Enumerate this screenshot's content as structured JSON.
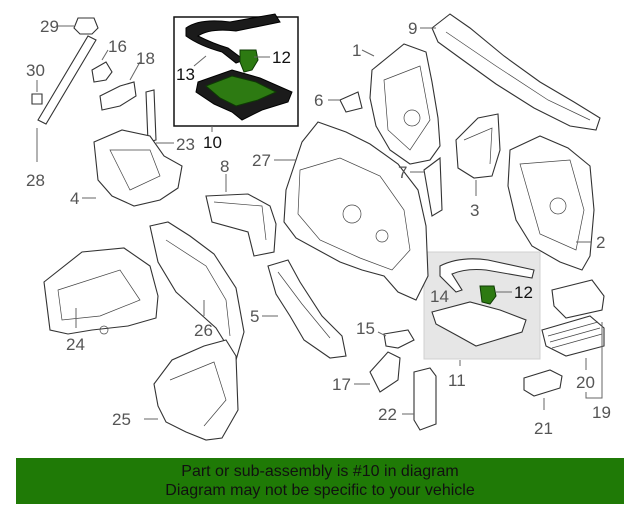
{
  "diagram": {
    "callouts": {
      "c1": "1",
      "c2": "2",
      "c3": "3",
      "c4": "4",
      "c5": "5",
      "c6": "6",
      "c7": "7",
      "c8": "8",
      "c9": "9",
      "c10": "10",
      "c11": "11",
      "c12a": "12",
      "c12b": "12",
      "c13": "13",
      "c14": "14",
      "c15": "15",
      "c16": "16",
      "c17": "17",
      "c18": "18",
      "c19": "19",
      "c20": "20",
      "c21": "21",
      "c22": "22",
      "c23": "23",
      "c24": "24",
      "c25": "25",
      "c26": "26",
      "c27": "27",
      "c28": "28",
      "c29": "29",
      "c30": "30"
    },
    "highlight_color": "#2d7a12"
  },
  "footer": {
    "line1": "Part or sub-assembly is #10 in diagram",
    "line2": "Diagram may not be specific to your vehicle",
    "background": "#1f7a06"
  }
}
